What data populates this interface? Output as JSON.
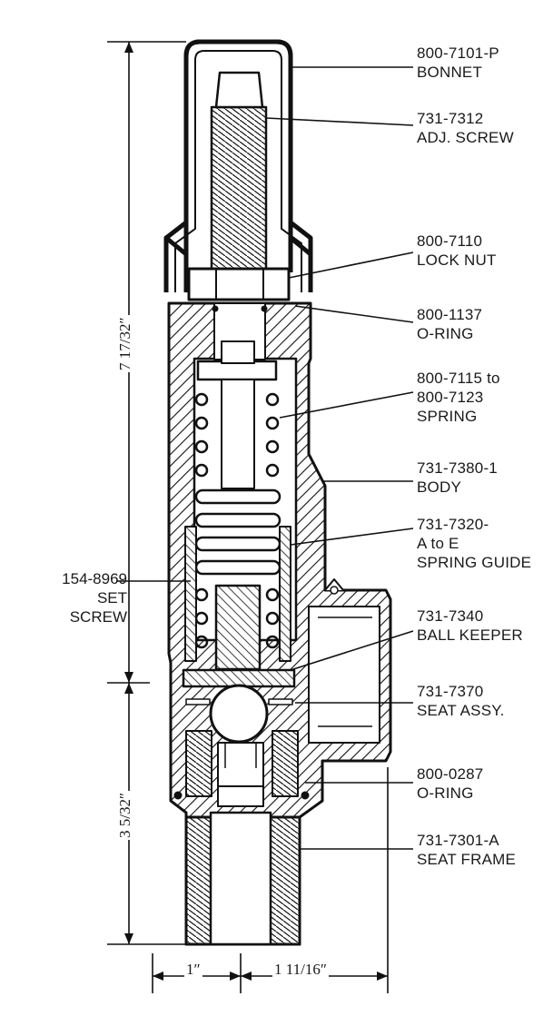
{
  "callouts": [
    {
      "part": "800-7101-P",
      "name": "BONNET"
    },
    {
      "part": "731-7312",
      "name": "ADJ. SCREW"
    },
    {
      "part": "800-7110",
      "name": "LOCK NUT"
    },
    {
      "part": "800-1137",
      "name": "O-RING"
    },
    {
      "part": "800-7115 to",
      "part2": "800-7123",
      "name": "SPRING"
    },
    {
      "part": "731-7380-1",
      "name": "BODY"
    },
    {
      "part": "731-7320-",
      "part2": "A to E",
      "name": "SPRING GUIDE"
    },
    {
      "part": "731-7340",
      "name": "BALL KEEPER"
    },
    {
      "part": "731-7370",
      "name": "SEAT ASSY."
    },
    {
      "part": "800-0287",
      "name": "O-RING"
    },
    {
      "part": "731-7301-A",
      "name": "SEAT FRAME"
    }
  ],
  "set_screw": {
    "part": "154-8969",
    "line1": "SET",
    "line2": "SCREW"
  },
  "dimensions": {
    "overall_height": "7 17/32″",
    "lower_height": "3 5/32″",
    "left_width": "1″",
    "right_width": "1 11/16″"
  }
}
